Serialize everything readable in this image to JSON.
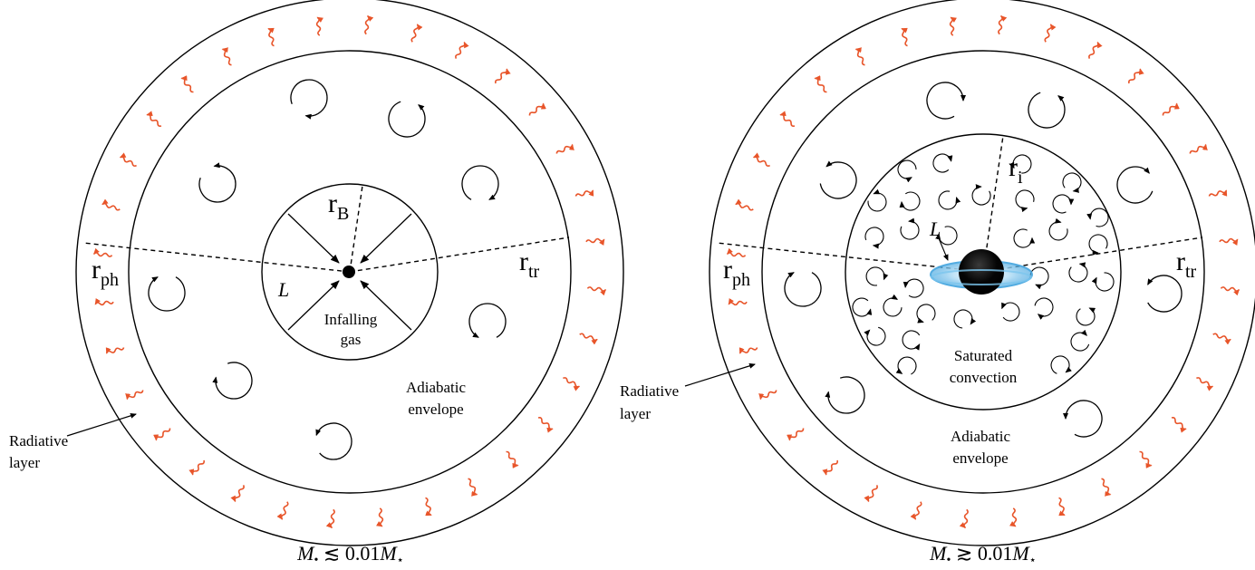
{
  "colors": {
    "line": "#000000",
    "wave": "#e8552a",
    "disk": "#4aa8e0"
  },
  "panels": [
    {
      "id": "left",
      "labels": {
        "r_main": "r",
        "r_sub": "B",
        "rtr_main": "r",
        "rtr_sub": "tr",
        "rph_main": "r",
        "rph_sub": "ph",
        "luminosity": "L",
        "infall_1": "Infalling",
        "infall_2": "gas",
        "envelope_1": "Adiabatic",
        "envelope_2": "envelope",
        "radiative_1": "Radiative",
        "radiative_2": "layer"
      },
      "caption": {
        "m1": "M",
        "dot": "•",
        "rel": " ≲ 0.01",
        "m2": "M",
        "star": "⋆"
      }
    },
    {
      "id": "right",
      "labels": {
        "r_main": "r",
        "r_sub": "i",
        "rtr_main": "r",
        "rtr_sub": "tr",
        "rph_main": "r",
        "rph_sub": "ph",
        "luminosity": "L",
        "saturated_1": "Saturated",
        "saturated_2": "convection",
        "envelope_1": "Adiabatic",
        "envelope_2": "envelope",
        "radiative_1": "Radiative",
        "radiative_2": "layer"
      },
      "caption": {
        "m1": "M",
        "dot": "•",
        "rel": " ≳ 0.01",
        "m2": "M",
        "star": "⋆"
      }
    }
  ]
}
